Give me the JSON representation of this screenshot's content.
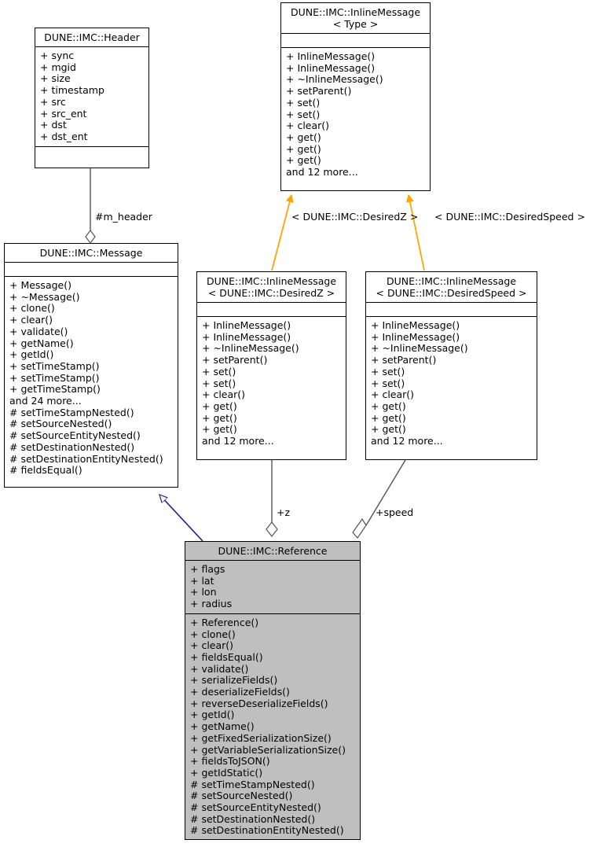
{
  "diagram": {
    "kind": "uml-class-diagram",
    "background": "#ffffff",
    "colors": {
      "box_border": "#000000",
      "box_fill": "#ffffff",
      "highlight_fill": "#bfbfbf",
      "inheritance_edge": "#22228c",
      "template_edge": "#ffa500",
      "aggregation_edge": "#555555",
      "text": "#000000"
    }
  },
  "classes": {
    "header": {
      "name": "DUNE::IMC::Header",
      "attributes": [
        "+ sync",
        "+ mgid",
        "+ size",
        "+ timestamp",
        "+ src",
        "+ src_ent",
        "+ dst",
        "+ dst_ent"
      ],
      "operations": []
    },
    "inline_message_type": {
      "name": "DUNE::IMC::InlineMessage\n< Type >",
      "attributes": [],
      "operations": [
        "+ InlineMessage()",
        "+ InlineMessage()",
        "+ ~InlineMessage()",
        "+ setParent()",
        "+ set()",
        "+ set()",
        "+ clear()",
        "+ get()",
        "+ get()",
        "+ get()",
        "and 12 more..."
      ]
    },
    "message": {
      "name": "DUNE::IMC::Message",
      "attributes": [],
      "operations": [
        "+ Message()",
        "+ ~Message()",
        "+ clone()",
        "+ clear()",
        "+ validate()",
        "+ getName()",
        "+ getId()",
        "+ setTimeStamp()",
        "+ setTimeStamp()",
        "+ getTimeStamp()",
        "and 24 more...",
        "# setTimeStampNested()",
        "# setSourceNested()",
        "# setSourceEntityNested()",
        "# setDestinationNested()",
        "# setDestinationEntityNested()",
        "# fieldsEqual()"
      ]
    },
    "inline_message_desiredz": {
      "name": "DUNE::IMC::InlineMessage\n< DUNE::IMC::DesiredZ >",
      "attributes": [],
      "operations": [
        "+ InlineMessage()",
        "+ InlineMessage()",
        "+ ~InlineMessage()",
        "+ setParent()",
        "+ set()",
        "+ set()",
        "+ clear()",
        "+ get()",
        "+ get()",
        "+ get()",
        "and 12 more..."
      ]
    },
    "inline_message_desiredspeed": {
      "name": "DUNE::IMC::InlineMessage\n< DUNE::IMC::DesiredSpeed >",
      "attributes": [],
      "operations": [
        "+ InlineMessage()",
        "+ InlineMessage()",
        "+ ~InlineMessage()",
        "+ setParent()",
        "+ set()",
        "+ set()",
        "+ clear()",
        "+ get()",
        "+ get()",
        "+ get()",
        "and 12 more..."
      ]
    },
    "reference": {
      "name": "DUNE::IMC::Reference",
      "attributes": [
        "+ flags",
        "+ lat",
        "+ lon",
        "+ radius"
      ],
      "operations": [
        "+ Reference()",
        "+ clone()",
        "+ clear()",
        "+ fieldsEqual()",
        "+ validate()",
        "+ serializeFields()",
        "+ deserializeFields()",
        "+ reverseDeserializeFields()",
        "+ getId()",
        "+ getName()",
        "+ getFixedSerializationSize()",
        "+ getVariableSerializationSize()",
        "+ fieldsToJSON()",
        "+ getIdStatic()",
        "# setTimeStampNested()",
        "# setSourceNested()",
        "# setSourceEntityNested()",
        "# setDestinationNested()",
        "# setDestinationEntityNested()"
      ]
    }
  },
  "edge_labels": {
    "m_header": "#m_header",
    "template_desiredz": "< DUNE::IMC::DesiredZ >",
    "template_desiredspeed": "< DUNE::IMC::DesiredSpeed >",
    "z": "+z",
    "speed": "+speed"
  }
}
